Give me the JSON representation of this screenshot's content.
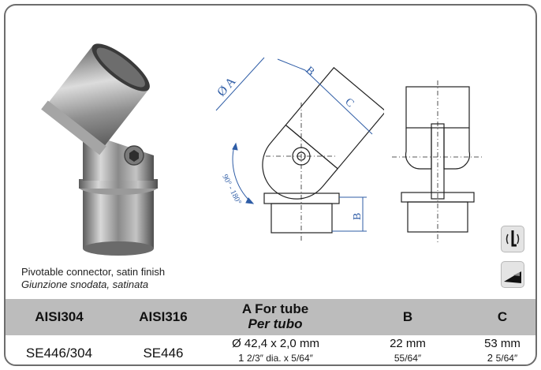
{
  "drawing": {
    "labels": {
      "diameter": "Ø A",
      "b_top": "B",
      "c": "C",
      "angle": "90° - 180°",
      "b_side": "B"
    }
  },
  "caption": {
    "en": "Pivotable connector, satin finish",
    "it": "Giunzione snodata, satinata"
  },
  "icons": [
    "allen-key-icon",
    "tool-icon"
  ],
  "table": {
    "headers": {
      "aisi304": "AISI304",
      "aisi316": "AISI316",
      "a_line1": "A For tube",
      "a_line2": "Per tubo",
      "b": "B",
      "c": "C"
    },
    "row": {
      "aisi304": "SE446/304",
      "aisi316": "SE446",
      "a_metric": "Ø 42,4 x 2,0 mm",
      "a_imperial_main": "1",
      "a_imperial_frac": "2/3″ dia. x 5/64″",
      "b_metric": "22 mm",
      "b_imperial": "55/64″",
      "c_metric": "53 mm",
      "c_imperial_main": "2",
      "c_imperial_frac": "5/64″"
    }
  }
}
